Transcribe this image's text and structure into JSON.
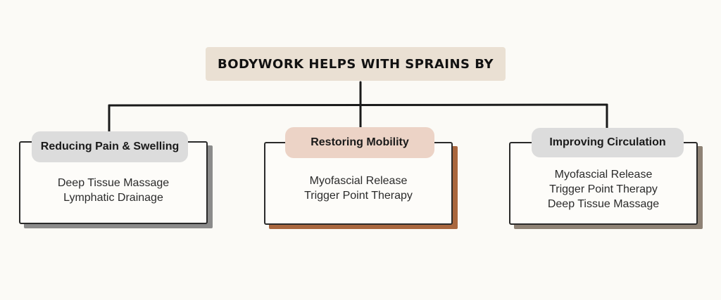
{
  "title": "BODYWORK HELPS WITH SPRAINS BY",
  "colors": {
    "background": "#fbfaf6",
    "title_fill": "#eae0d3",
    "connector": "#1a1a1a"
  },
  "branches": [
    {
      "label": "Reducing Pain & Swelling",
      "label_fill": "#dcdcdc",
      "shadow": "#8b8b8b",
      "items": [
        "Deep Tissue Massage",
        "Lymphatic Drainage"
      ]
    },
    {
      "label": "Restoring Mobility",
      "label_fill": "#ecd3c6",
      "shadow": "#a9673f",
      "items": [
        "Myofascial Release",
        "Trigger Point Therapy"
      ]
    },
    {
      "label": "Improving Circulation",
      "label_fill": "#dcdcdc",
      "shadow": "#8e8275",
      "items": [
        "Myofascial Release",
        "Trigger Point Therapy",
        "Deep Tissue Massage"
      ]
    }
  ]
}
